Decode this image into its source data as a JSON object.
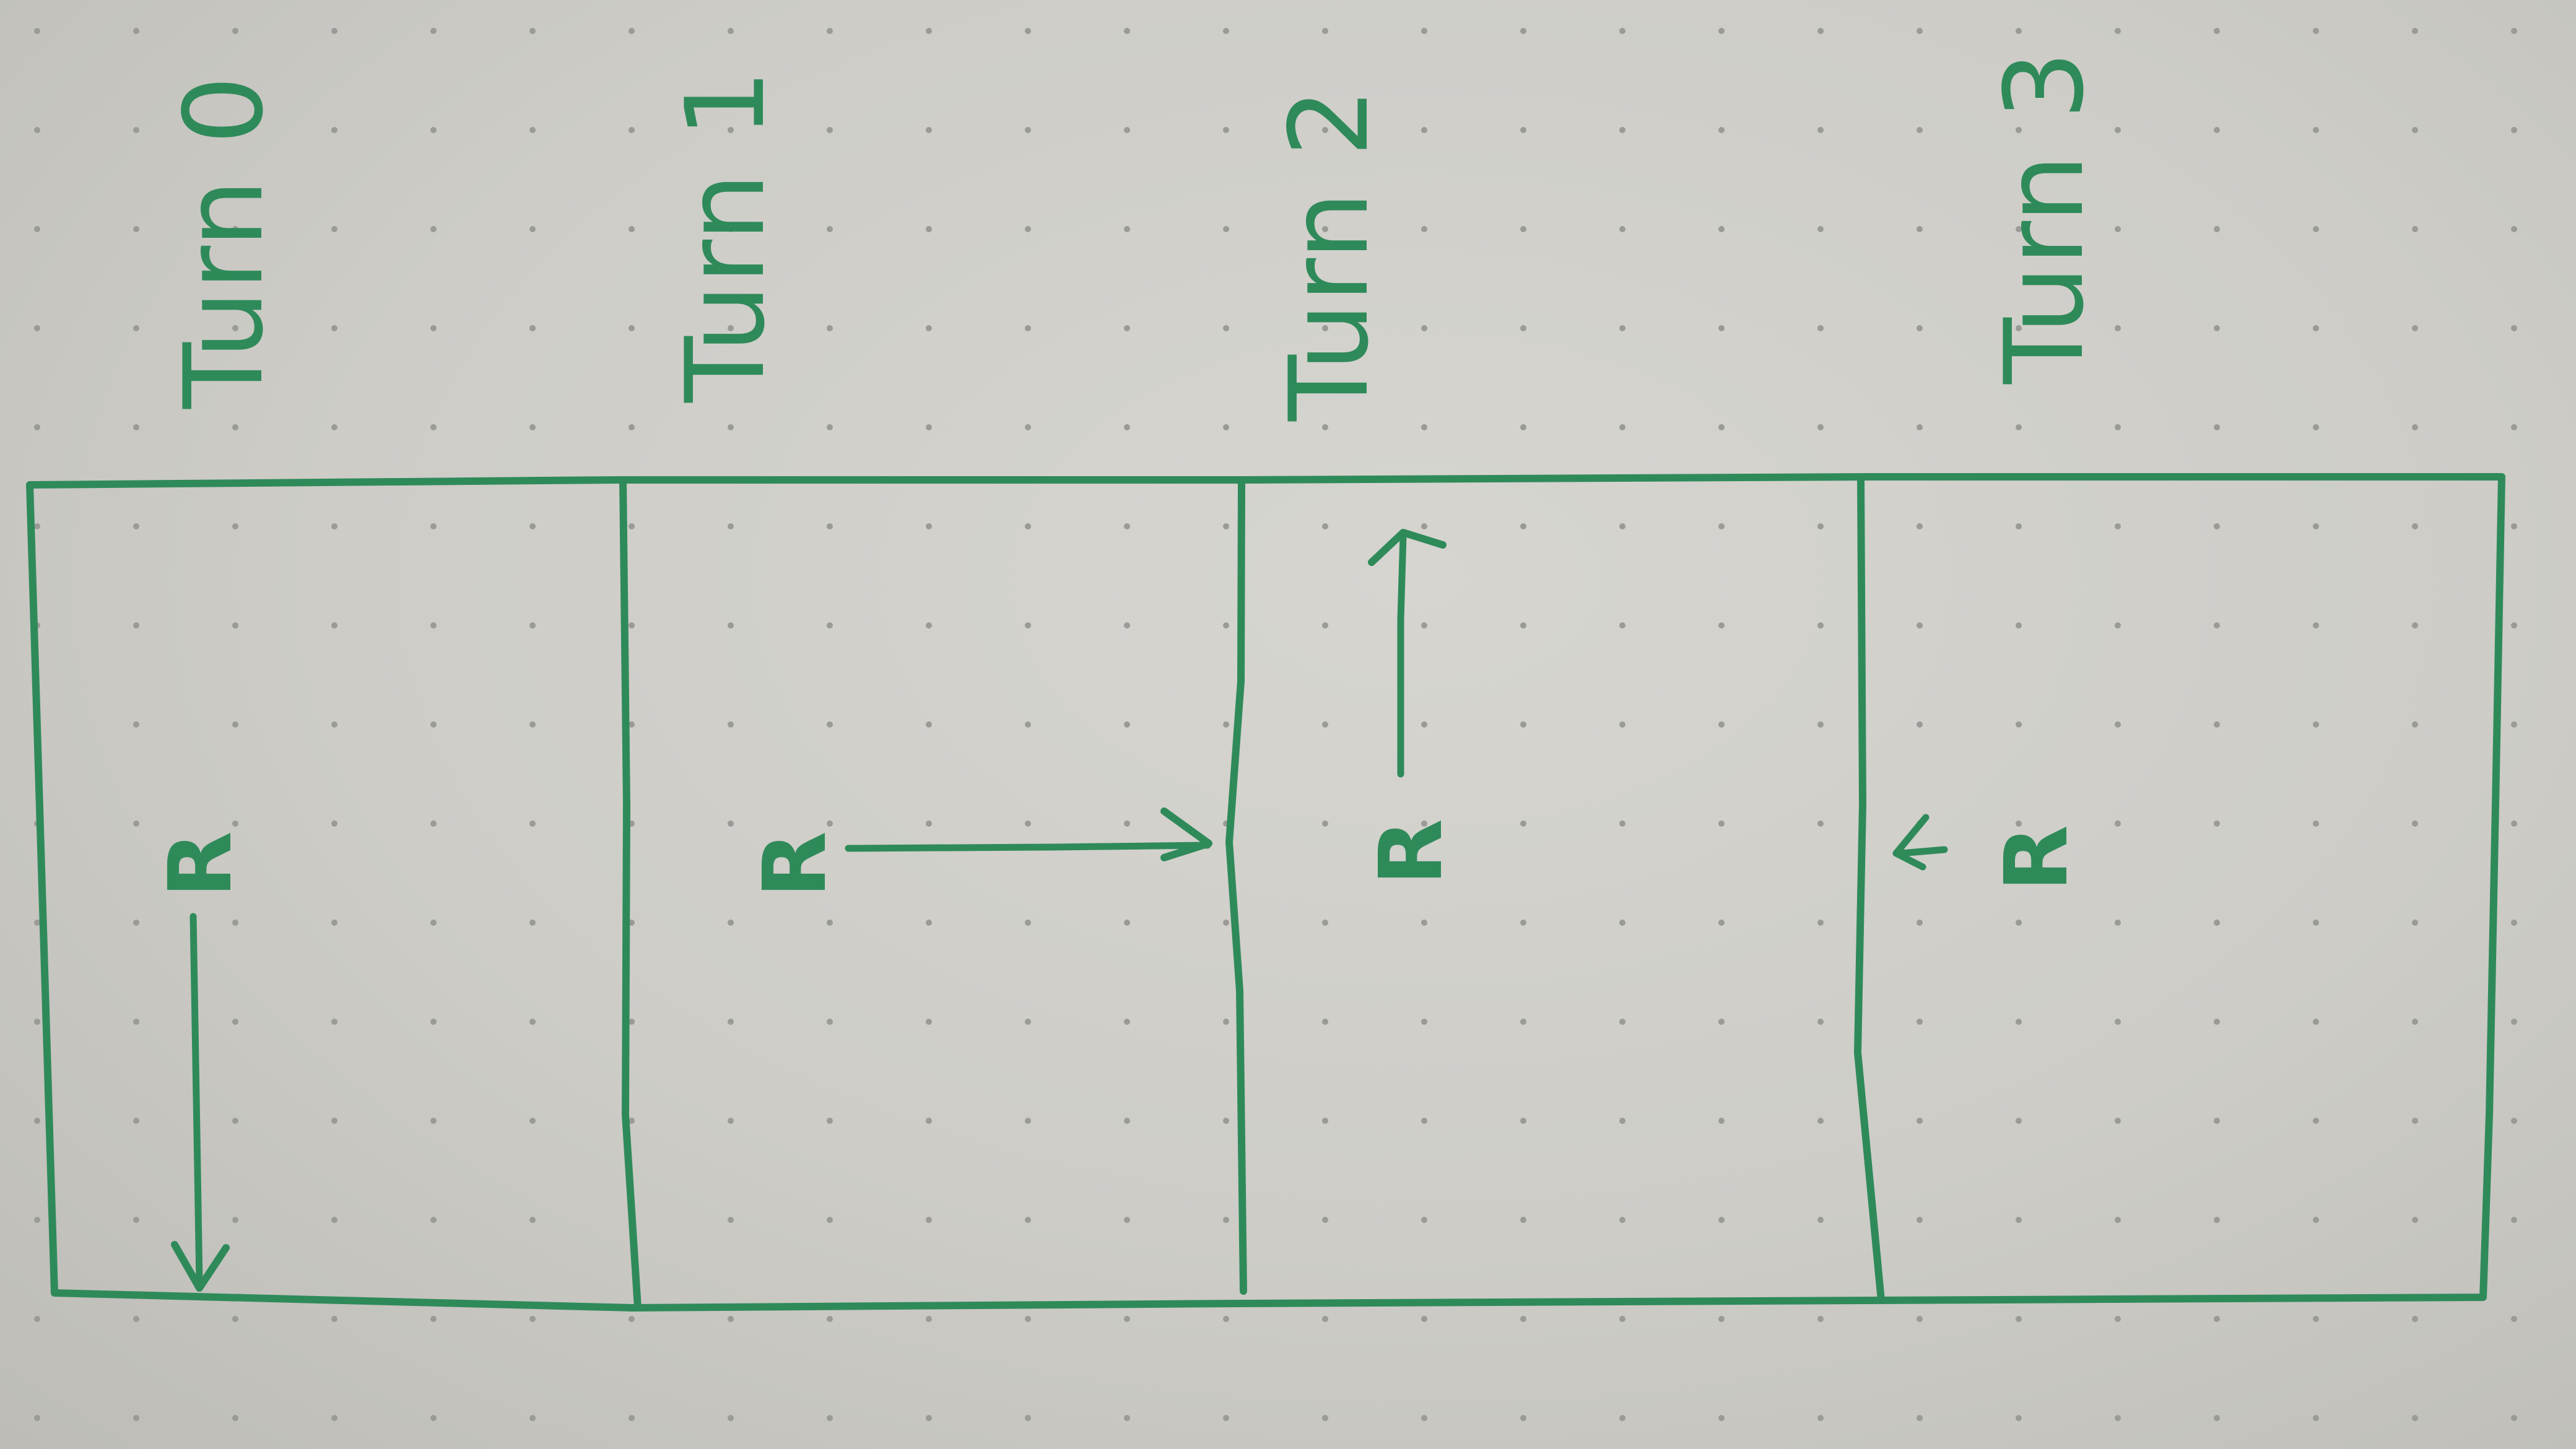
{
  "diagram": {
    "ink_color": "#2f8a5a",
    "paper_color": "#d2d1cc",
    "turns": [
      {
        "label": "Turn 0",
        "robot": "R",
        "arrow_direction": "down-to-wall"
      },
      {
        "label": "Turn 1",
        "robot": "R",
        "arrow_direction": "right-to-divider"
      },
      {
        "label": "Turn 2",
        "robot": "R",
        "arrow_direction": "up-to-top-wall"
      },
      {
        "label": "Turn 3",
        "robot": "R",
        "arrow_direction": "left-toward-divider"
      }
    ]
  }
}
